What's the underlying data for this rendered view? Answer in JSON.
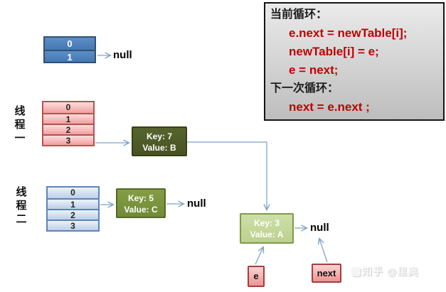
{
  "code": {
    "lines": [
      "当前循环：",
      "e.next = newTable[i];",
      "newTable[i] = e;",
      "e = next;",
      "下一次循环：",
      "next = e.next ;"
    ]
  },
  "threads": {
    "one": "线程一",
    "two": "线程二"
  },
  "tables": {
    "top": {
      "rows": [
        "0",
        "1"
      ]
    },
    "thread1": {
      "rows": [
        "0",
        "1",
        "2",
        "3"
      ]
    },
    "thread2": {
      "rows": [
        "0",
        "1",
        "2",
        "3"
      ]
    }
  },
  "nodes": {
    "key7": {
      "line1": "Key: 7",
      "line2": "Value: B"
    },
    "key5": {
      "line1": "Key: 5",
      "line2": "Value: C"
    },
    "key3": {
      "line1": "Key: 3",
      "line2": "Value: A"
    }
  },
  "null_labels": {
    "top": "null",
    "key5": "null",
    "key3": "null"
  },
  "pointers": {
    "e": "e",
    "next": "next"
  },
  "watermark": {
    "text": "知乎 @里奥"
  },
  "colors": {
    "code_text_red": "#c00000",
    "code_box_bg": "#d2d2d2",
    "bucket_blue": "#4478b4",
    "bucket_pink": "#f4a8a8",
    "bucket_lightblue": "#c3d4ea",
    "node_dark_olive": "#475322",
    "node_mid_olive": "#718a37",
    "node_light_olive": "#bcd18e",
    "pointer_pink": "#ee9393",
    "arrow": "#7fa3c8"
  }
}
